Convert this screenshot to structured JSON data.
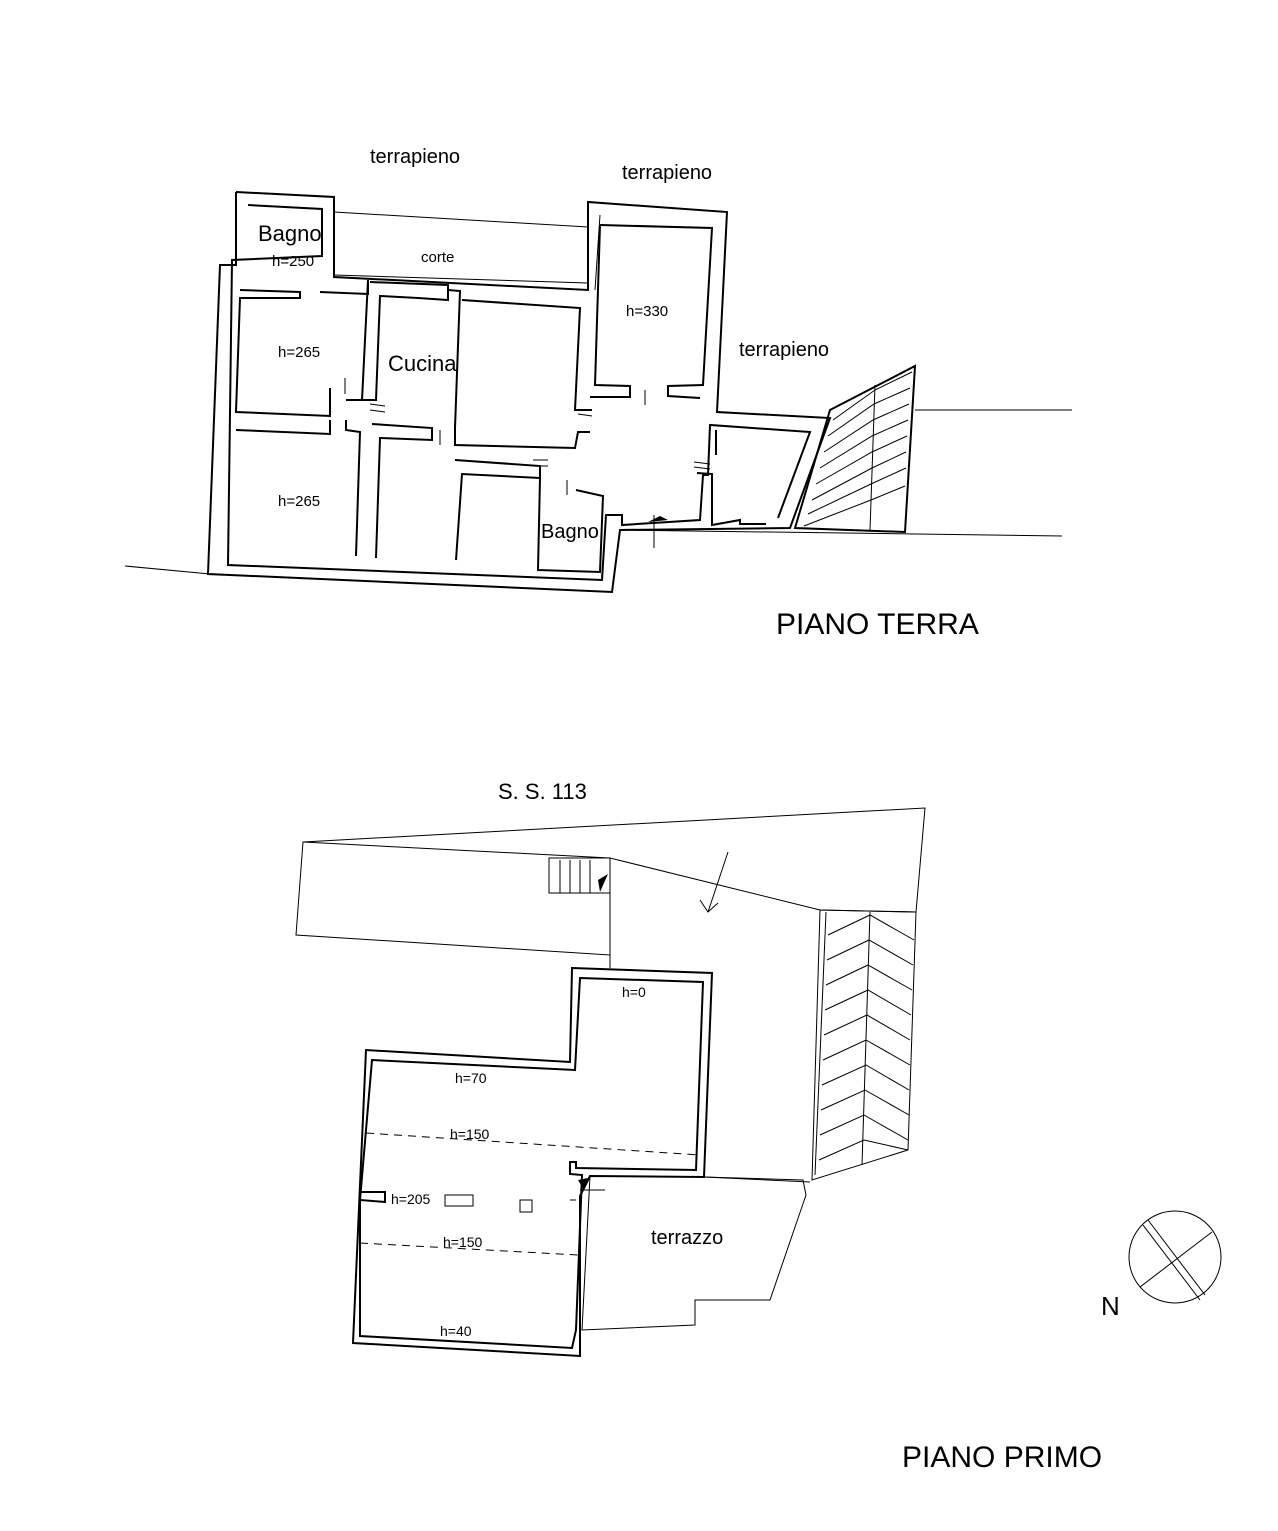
{
  "ground_floor": {
    "title": "PIANO TERRA",
    "labels": {
      "terrapieno_top": "terrapieno",
      "terrapieno_right_top": "terrapieno",
      "terrapieno_right": "terrapieno",
      "bagno_top": "Bagno",
      "h250": "h=250",
      "corte": "corte",
      "h330": "h=330",
      "h265_a": "h=265",
      "cucina": "Cucina",
      "h265_b": "h=265",
      "bagno_bottom": "Bagno"
    }
  },
  "first_floor": {
    "title": "PIANO PRIMO",
    "labels": {
      "road": "S.  S.   113",
      "h0": "h=0",
      "h70": "h=70",
      "h150_a": "h=150",
      "h205": "h=205",
      "h150_b": "h=150",
      "h40": "h=40",
      "terrazzo": "terrazzo"
    }
  },
  "north": {
    "label": "N"
  }
}
